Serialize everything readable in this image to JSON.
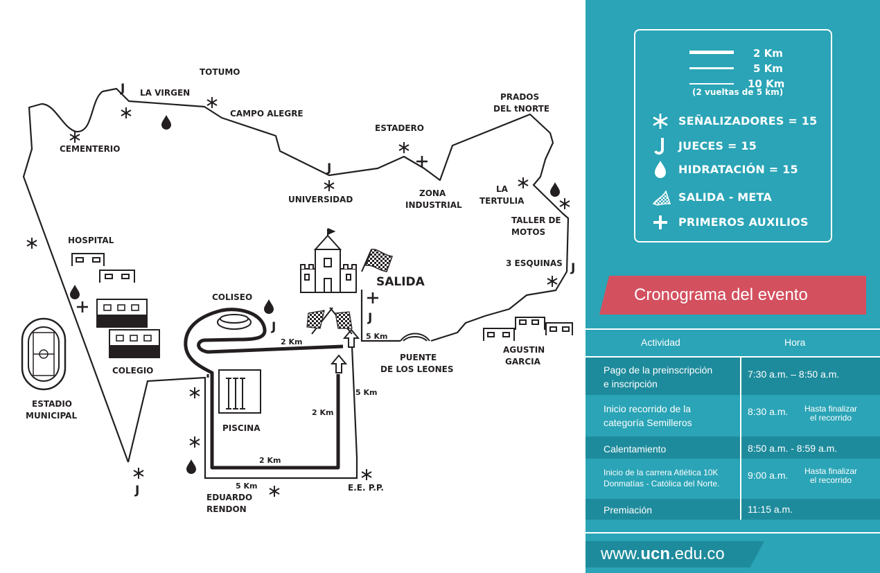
{
  "map": {
    "places": {
      "totumo": "TOTUMO",
      "la_virgen": "LA VIRGEN",
      "campo_alegre": "CAMPO ALEGRE",
      "cementerio": "CEMENTERIO",
      "estadero": "ESTADERO",
      "universidad": "UNIVERSIDAD",
      "zona_1": "ZONA",
      "zona_2": "INDUSTRIAL",
      "prados_1": "PRADOS",
      "prados_2": "DEL tNORTE",
      "la_tertulia_1": "LA",
      "la_tertulia_2": "TERTULIA",
      "taller_1": "TALLER DE",
      "taller_2": "MOTOS",
      "tres_esquinas": "3 ESQUINAS",
      "hospital": "HOSPITAL",
      "coliseo": "COLISEO",
      "salida": "SALIDA",
      "colegio": "COLEGIO",
      "estadio_1": "ESTADIO",
      "estadio_2": "MUNICIPAL",
      "piscina": "PISCINA",
      "puente_1": "PUENTE",
      "puente_2": "DE LOS LEONES",
      "agustin_1": "AGUSTIN",
      "agustin_2": "GARCIA",
      "eduardo_1": "EDUARDO",
      "eduardo_2": "RENDON",
      "eepp": "E.E. P.P."
    },
    "distances": {
      "d_2km_coliseo": "2 Km",
      "d_5km_puente": "5 Km",
      "d_5km_right": "5 Km",
      "d_2km_mid": "2 Km",
      "d_2km_bottom": "2 Km",
      "d_5km_bottom": "5 Km"
    },
    "marks": {
      "judge": "J",
      "aid": "+"
    }
  },
  "legend": {
    "lines": [
      {
        "label": "2 Km"
      },
      {
        "label": "5 Km"
      },
      {
        "label": "10 Km"
      }
    ],
    "note": "(2 vueltas de 5 km)",
    "items": [
      {
        "icon": "asterisk-icon",
        "label": "SEÑALIZADORES = 15"
      },
      {
        "icon": "judge-j-icon",
        "label": "JUECES = 15"
      },
      {
        "icon": "water-drop-icon",
        "label": "HIDRATACIÓN = 15"
      },
      {
        "icon": "checkered-flag-icon",
        "label": "SALIDA - META"
      },
      {
        "icon": "plus-icon",
        "label": "PRIMEROS AUXILIOS"
      }
    ]
  },
  "schedule": {
    "title": "Cronograma del evento",
    "headers": {
      "activity": "Actividad",
      "time": "Hora"
    },
    "rows": [
      {
        "act1": "Pago de la preinscripción",
        "act2": "e inscripción",
        "time": "7:30 a.m. – 8:50 a.m.",
        "extra1": "",
        "extra2": ""
      },
      {
        "act1": "Inicio recorrido de la",
        "act2": "categoría Semilleros",
        "time": "8:30 a.m.",
        "extra1": "Hasta finalizar",
        "extra2": "el recorrido"
      },
      {
        "act1": "Calentamiento",
        "act2": "",
        "time": "8:50 a.m. - 8:59 a.m.",
        "extra1": "",
        "extra2": ""
      },
      {
        "act1": "Inicio de la carrera Atlética 10K",
        "act2": "Donmatías - Católica del Norte.",
        "time": "9:00 a.m.",
        "extra1": "Hasta finalizar",
        "extra2": "el recorrido"
      },
      {
        "act1": "Premiación",
        "act2": "",
        "time": "11:15 a.m.",
        "extra1": "",
        "extra2": ""
      }
    ]
  },
  "footer": {
    "url_pre": "www.",
    "url_bold": "ucn",
    "url_post": ".edu.co"
  },
  "colors": {
    "panel": "#2aa4b6",
    "panel_dark": "#1e8b9c",
    "banner": "#d3505f",
    "ink": "#231f20"
  }
}
